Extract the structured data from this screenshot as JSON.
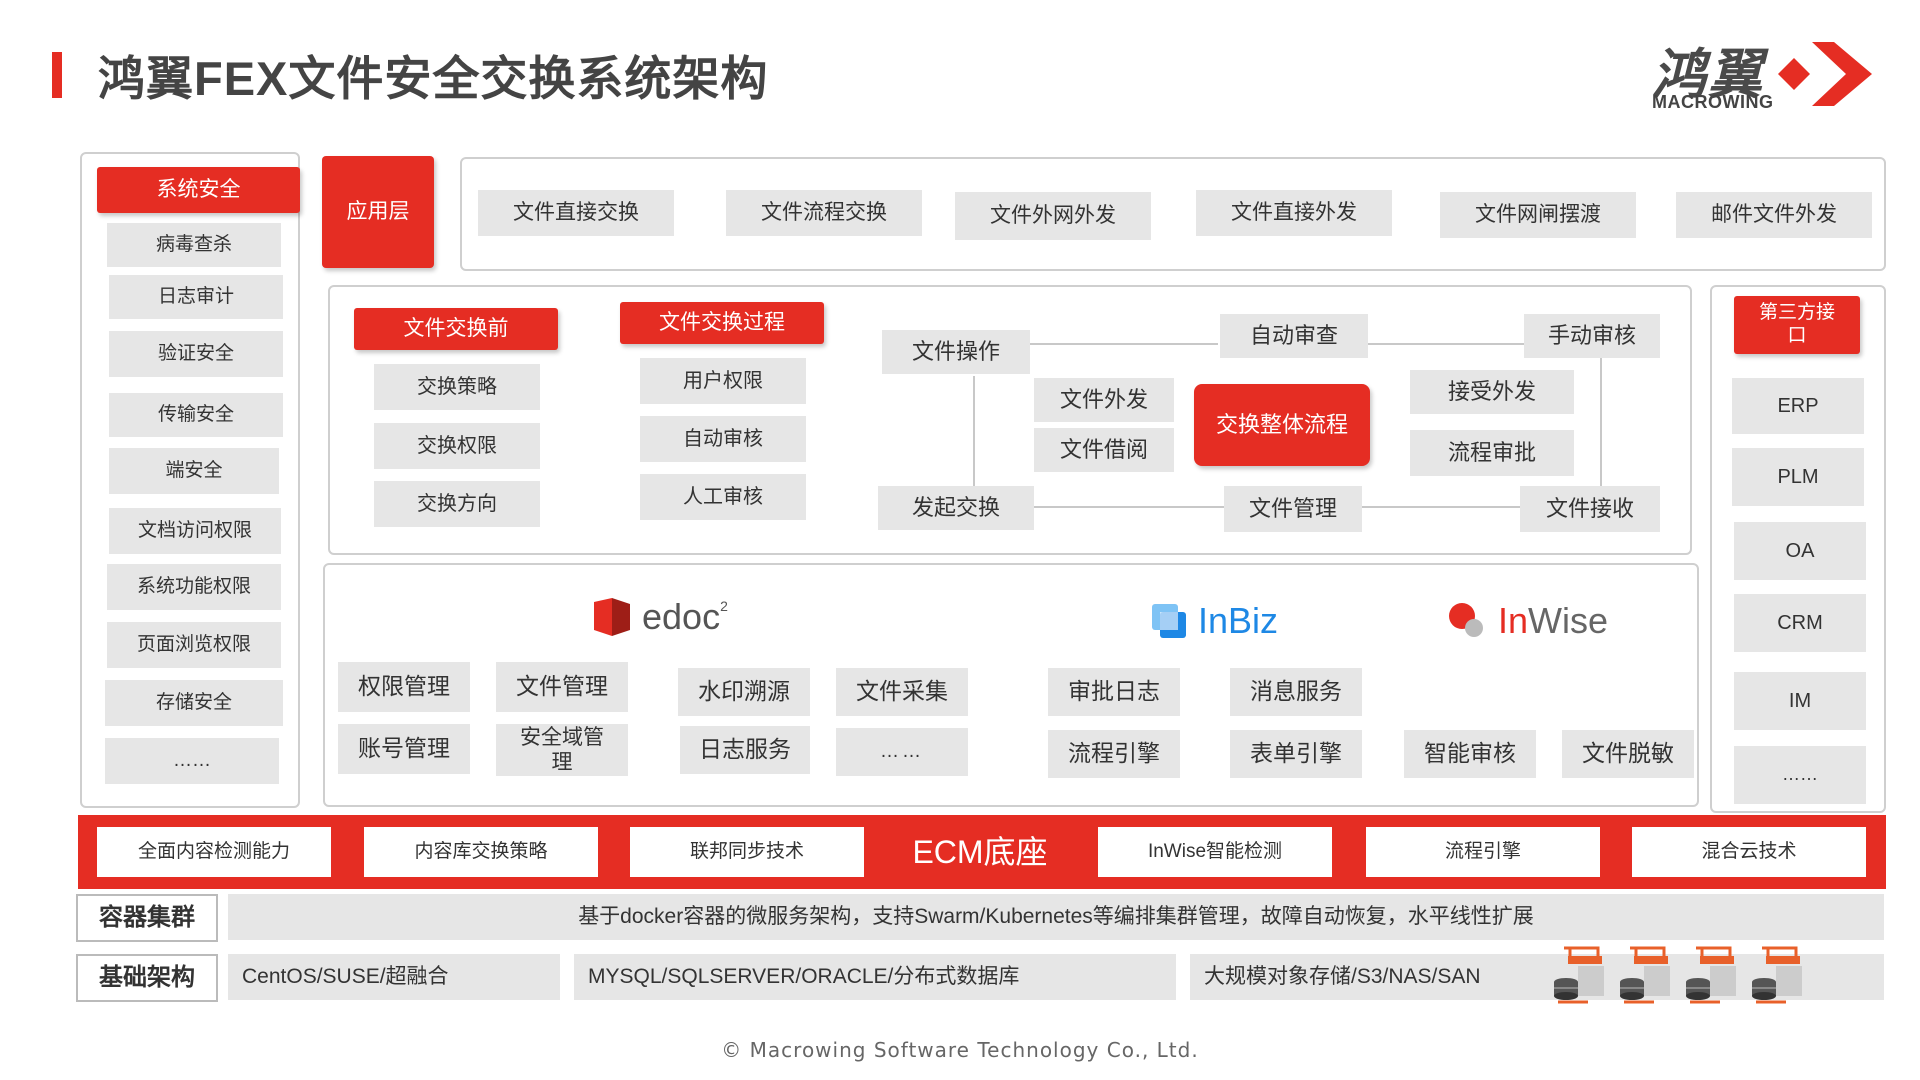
{
  "page_title": "鸿翼FEX文件安全交换系统架构",
  "logo": {
    "cn": "鸿翼",
    "en": "MACROWING"
  },
  "security": {
    "title": "系统安全",
    "items": [
      "病毒查杀",
      "日志审计",
      "验证安全",
      "传输安全",
      "端安全",
      "文档访问权限",
      "系统功能权限",
      "页面浏览权限",
      "存储安全",
      "……"
    ]
  },
  "app_layer": {
    "label": "应用层",
    "items": [
      "文件直接交换",
      "文件流程交换",
      "文件外网外发",
      "文件直接外发",
      "文件网闸摆渡",
      "邮件文件外发"
    ]
  },
  "pre_exchange": {
    "title": "文件交换前",
    "items": [
      "交换策略",
      "交换权限",
      "交换方向"
    ]
  },
  "exchange_process": {
    "title": "文件交换过程",
    "items": [
      "用户权限",
      "自动审核",
      "人工审核"
    ]
  },
  "flow": {
    "file_ops": "文件操作",
    "auto_review": "自动审查",
    "manual_review": "手动审核",
    "file_send": "文件外发",
    "file_borrow": "文件借阅",
    "overall": "交换整体流程",
    "accept_send": "接受外发",
    "flow_approval": "流程审批",
    "start_exchange": "发起交换",
    "file_manage": "文件管理",
    "file_receive": "文件接收"
  },
  "products": {
    "edoc": {
      "name": "edoc",
      "sup": "2",
      "items": [
        "权限管理",
        "文件管理",
        "水印溯源",
        "文件采集",
        "账号管理",
        "安全域管理",
        "日志服务",
        "……"
      ]
    },
    "inbiz": {
      "name_a": "In",
      "name_b": "Biz",
      "items": [
        "审批日志",
        "消息服务",
        "流程引擎",
        "表单引擎"
      ]
    },
    "inwise": {
      "name_a": "In",
      "name_b": "Wise",
      "items": [
        "智能审核",
        "文件脱敏"
      ]
    }
  },
  "third_party": {
    "title": "第三方接口",
    "items": [
      "ERP",
      "PLM",
      "OA",
      "CRM",
      "IM",
      "……"
    ]
  },
  "ecm": {
    "label": "ECM底座",
    "items": [
      "全面内容检测能力",
      "内容库交换策略",
      "联邦同步技术",
      "InWise智能检测",
      "流程引擎",
      "混合云技术"
    ]
  },
  "container": {
    "label": "容器集群",
    "text": "基于docker容器的微服务架构，支持Swarm/Kubernetes等编排集群管理，故障自动恢复，水平线性扩展"
  },
  "infra": {
    "label": "基础架构",
    "items": [
      "CentOS/SUSE/超融合",
      "MYSQL/SQLSERVER/ORACLE/分布式数据库",
      "大规模对象存储/S3/NAS/SAN"
    ]
  },
  "footer": "© Macrowing Software Technology Co., Ltd.",
  "colors": {
    "accent": "#e52d23",
    "box_gray": "#e6e6e6",
    "border": "#cfcfcf",
    "text": "#333333",
    "inbiz_blue": "#1e88e5"
  }
}
